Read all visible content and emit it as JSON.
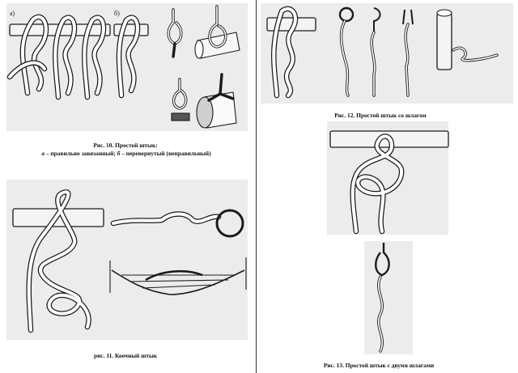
{
  "figures": {
    "fig10": {
      "caption_title": "Рис. 10. Простой штык:",
      "caption_a_letter": "а",
      "caption_a_text": " –  правильно завязанный; ",
      "caption_b_letter": "б",
      "caption_b_text": " –  перевернутый (неправильный)",
      "label_a": "а)",
      "label_b": "б)"
    },
    "fig11": {
      "caption": "рис. 11. Коечный штык"
    },
    "fig12": {
      "caption": "Рис. 12. Простой штык со шлагом"
    },
    "fig13": {
      "caption": "Рис. 13. Простой штык с двумя шлагами"
    }
  }
}
